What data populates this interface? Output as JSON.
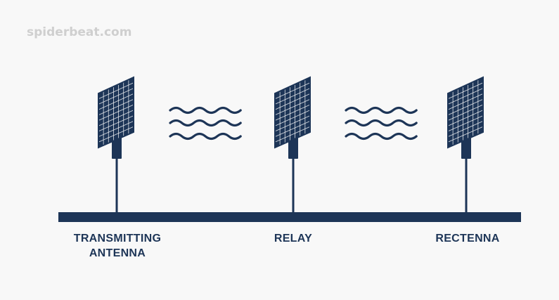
{
  "watermark": "spiderbeat.com",
  "colors": {
    "primary": "#1d3557",
    "background": "#f8f8f8",
    "watermark": "#cfcfcf"
  },
  "nodes": [
    {
      "id": "transmitting-antenna",
      "label_lines": [
        "TRANSMITTING",
        "ANTENNA"
      ],
      "icon": "solar-panel-antenna-icon"
    },
    {
      "id": "relay",
      "label_lines": [
        "RELAY"
      ],
      "icon": "solar-panel-antenna-icon"
    },
    {
      "id": "rectenna",
      "label_lines": [
        "RECTENNA"
      ],
      "icon": "solar-panel-antenna-icon"
    }
  ],
  "links": [
    {
      "from": "transmitting-antenna",
      "to": "relay",
      "icon": "wireless-wave-icon"
    },
    {
      "from": "relay",
      "to": "rectenna",
      "icon": "wireless-wave-icon"
    }
  ]
}
